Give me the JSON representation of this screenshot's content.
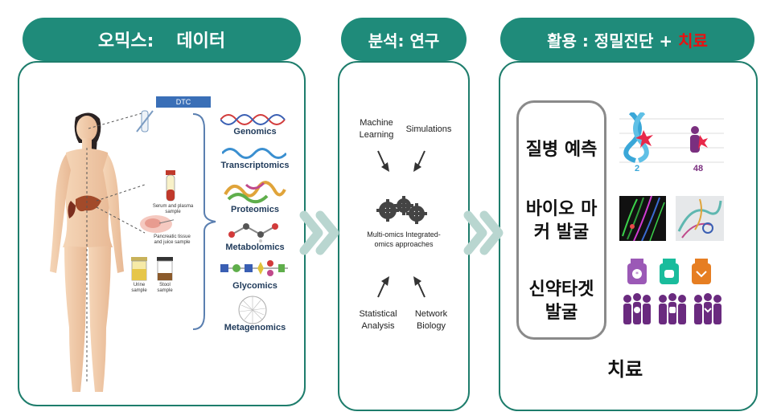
{
  "headers": {
    "left_a": "오믹스:",
    "left_b": "데이터",
    "middle": "분석: 연구",
    "right_prefix": "활용 : 정밀진단 + ",
    "right_red": "치료"
  },
  "left_panel": {
    "dtc": "DTC",
    "samples": {
      "serum": "Serum and plasma sample",
      "pancreatic": "Pancreatic tissue and juice sample",
      "urine": "Urine sample",
      "stool": "Stool sample"
    },
    "omics": [
      "Genomics",
      "Transcriptomics",
      "Proteomics",
      "Metabolomics",
      "Glycomics",
      "Metagenomics"
    ]
  },
  "middle_panel": {
    "machine_learning": "Machine Learning",
    "simulations": "Simulations",
    "center": "Multi-omics Integrated-omics approaches",
    "statistical": "Statistical Analysis",
    "network": "Network Biology"
  },
  "right_panel": {
    "items": [
      "질병 예측",
      "바이오 마커 발굴",
      "신약타겟 발굴"
    ],
    "final": "치료",
    "numbers": [
      "2",
      "48"
    ]
  },
  "colors": {
    "teal": "#1f8b7a",
    "accent_red": "#e81111",
    "chevron": "#b9d6d0"
  }
}
